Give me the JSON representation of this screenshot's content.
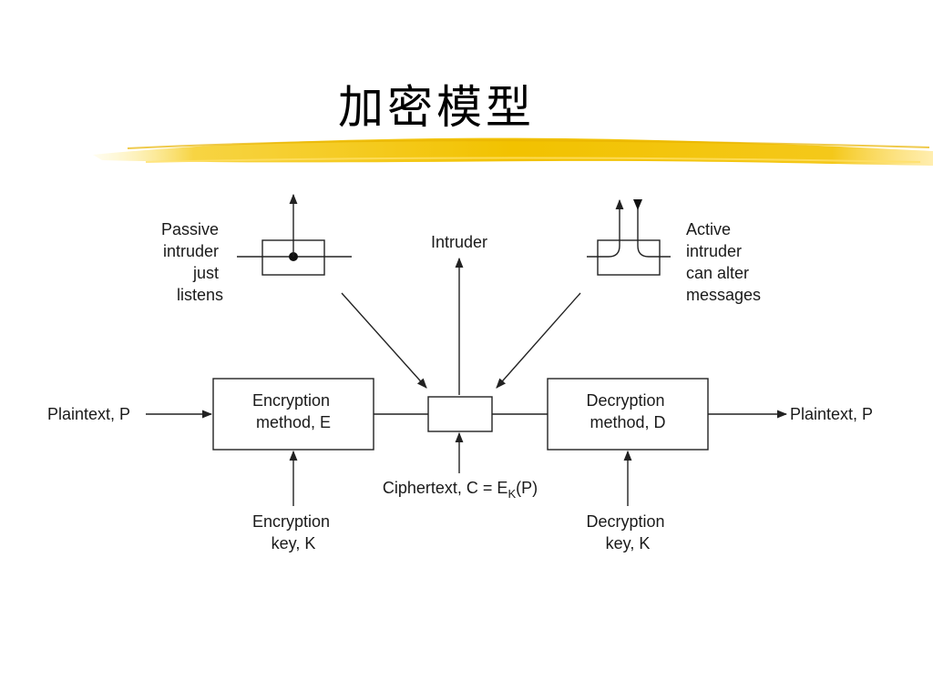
{
  "slide": {
    "title": "加密模型"
  },
  "diagram": {
    "passive_intruder": {
      "line1": "Passive",
      "line2": "intruder",
      "line3": "just",
      "line4": "listens"
    },
    "intruder_label": "Intruder",
    "active_intruder": {
      "line1": "Active",
      "line2": "intruder",
      "line3": "can alter",
      "line4": "messages"
    },
    "plaintext_in": "Plaintext, P",
    "plaintext_out": "Plaintext, P",
    "encryption_method": {
      "line1": "Encryption",
      "line2": "method, E"
    },
    "decryption_method": {
      "line1": "Decryption",
      "line2": "method, D"
    },
    "ciphertext": {
      "prefix": "Ciphertext, C = E",
      "subscript": "K",
      "suffix": "(P)"
    },
    "encryption_key": {
      "line1": "Encryption",
      "line2": "key, K"
    },
    "decryption_key": {
      "line1": "Decryption",
      "line2": "key, K"
    }
  },
  "colors": {
    "brush_stroke": "#f2c200",
    "lines": "#222222"
  }
}
